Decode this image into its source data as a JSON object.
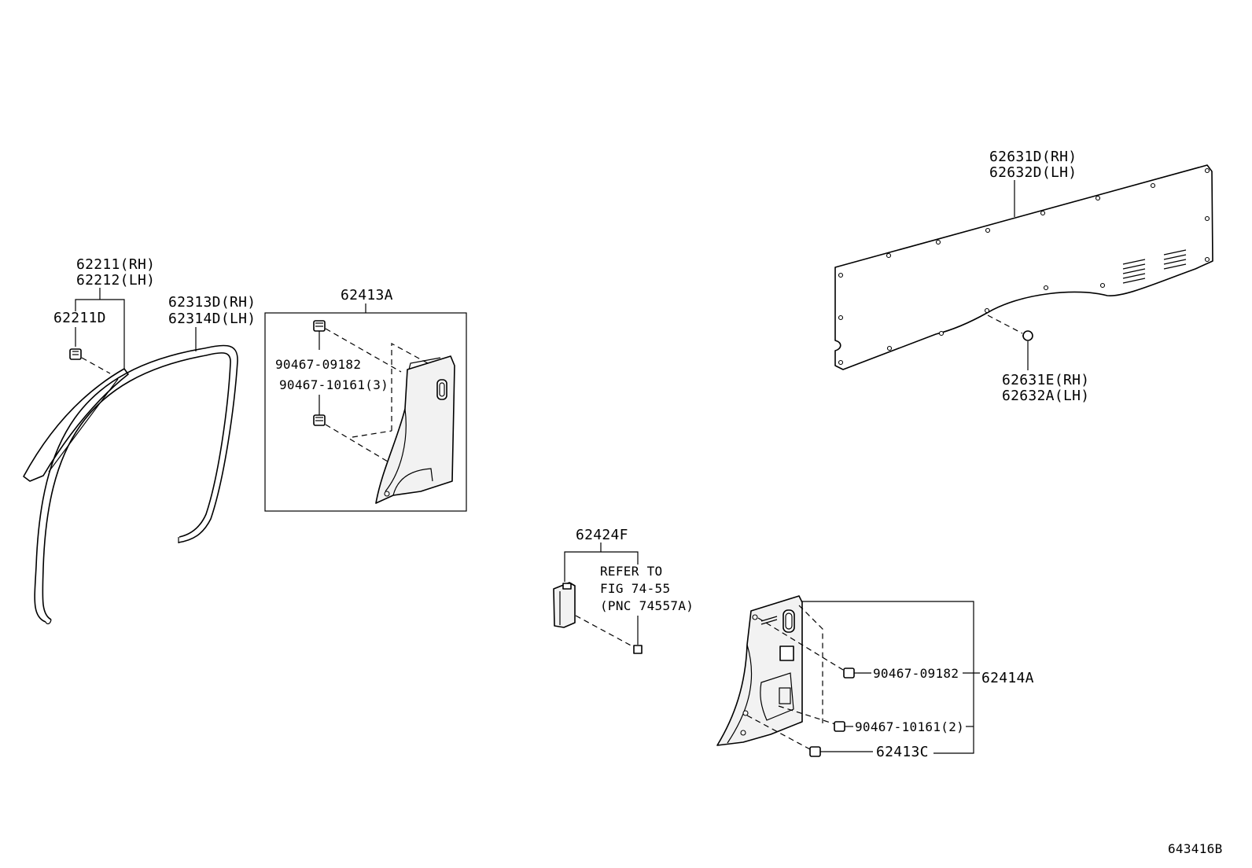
{
  "callouts": {
    "p62211_rh": "62211(RH)",
    "p62212_lh": "62212(LH)",
    "p62211d": "62211D",
    "p62313d_rh": "62313D(RH)",
    "p62314d_lh": "62314D(LH)",
    "p62413a": "62413A",
    "clip_a": "90467-09182",
    "clip_b_qty3": "90467-10161(3)",
    "p62631d_rh": "62631D(RH)",
    "p62632d_lh": "62632D(LH)",
    "p62631e_rh": "62631E(RH)",
    "p62632a_lh": "62632A(LH)",
    "p62424f": "62424F",
    "refer_line1": "REFER TO",
    "refer_line2": "FIG 74-55",
    "refer_line3": "(PNC 74557A)",
    "clip_c": "90467-09182",
    "p62414a": "62414A",
    "clip_d_qty2": "90467-10161(2)",
    "p62413c": "62413C"
  },
  "figure_code": "643416B"
}
